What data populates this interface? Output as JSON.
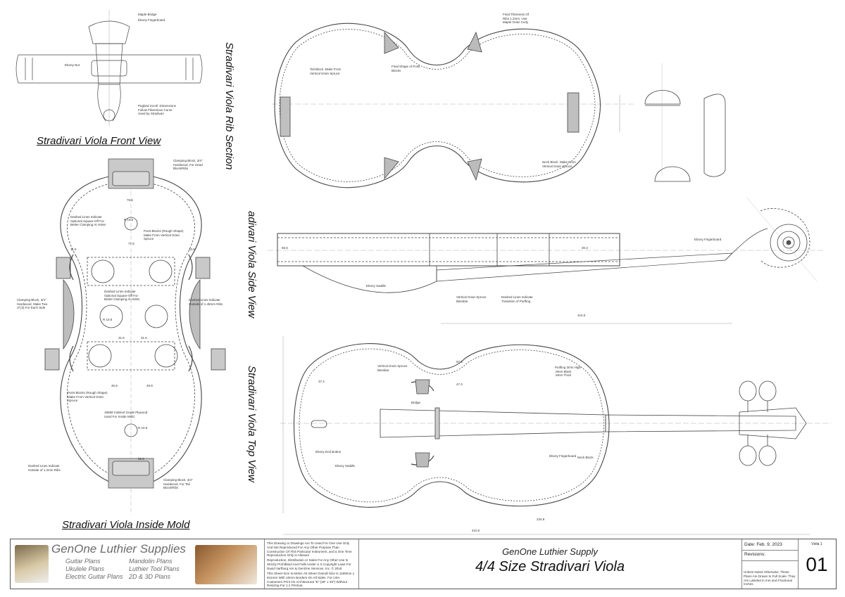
{
  "views": {
    "front_view_title": "Stradivari Viola Front View",
    "rib_section_title": "Stradivari Viola Rib Section",
    "side_view_title": "Stradivari Viola Side View",
    "side_view_visible": "adivari Viola Side View",
    "top_view_title": "Stradivari Viola Top View",
    "inside_mold_title": "Stradivari Viola Inside Mold"
  },
  "front_notes": {
    "maple_bridge": "Maple Bridge",
    "ebony_fingerboard": "Ebony Fingerboard",
    "ebony_nut": "Ebony Nut",
    "pegbed_scroll": "Pegbed Scroll. Dimensions\nFollow Fiberelous Curve\nUsed by Stradivari"
  },
  "mold_notes": {
    "clamp_head": "Clamping Block, 3/4\"\nHardwood, For Head\nBlock/Ribs",
    "dashed_optional": "Dashed Lines Indicate\nOptional Square-Off For\nBetter Clamping At Holes",
    "point_blocks_upper": "Point Blocks (Rough Shape)\nMake From Vertical Grain\nSpruce",
    "clamp_side": "Clamping Block, 3/4\"\nHardwood, Make Two\nof (3) For Each Side",
    "dashed_optional_2": "Dashed Lines Indicate\nOptional Square-Off For\nBetter Clamping At Holes",
    "dashed_ribs": "Dashed Lines Indicate\nOutside of 1.45mm Ribs",
    "point_blocks_lower": "Point Blocks (Rough Shape)\nMake From Vertical Grain\nSpruce",
    "plywood": "19MM Cabinet Grade Plywood\nUsed For Inside Mold",
    "dashed_ribs_lower": "Dashed Lines Indicate\nOutside of 1.2mm Ribs",
    "clamp_tail": "Clamping Block, 3/4\"\nHardwood, For Tail\nBlock/Ribs",
    "dims": [
      "76.6",
      "R 10.5",
      "77.8",
      "R 10.5",
      "31.6",
      "31.6",
      "46.9",
      "49.9",
      "R 10.5",
      "56.5",
      "11.0",
      "10.0"
    ]
  },
  "rib_notes": {
    "corner_blocks": "Final Shape of Point\nBlocks",
    "maple_ribs": "Final Thickness Of\nRibs 1.2mm. Use\nMaple Grain Curly",
    "tail_block": "Tail Block. Make From\nVertical Grain Spruce",
    "neck_block": "Neck Block. Make From\nVertical Grain Spruce"
  },
  "side_notes": {
    "ebony_saddle": "Ebony Saddle",
    "vertical_grain": "Vertical Grain Spruce\nBassbar",
    "dashed_lines": "Dashed Lines Indicate\nTransition of Purfling",
    "ebony_fingerboard": "Ebony Fingerboard",
    "dims": [
      "410.0",
      "56.6",
      "30.3"
    ]
  },
  "top_notes": {
    "ebony_end_button": "Ebony End Button",
    "bass_bar": "Vertical Grain Spruce\nBassbar",
    "purfling": "Purfling 3mm High\n.8mm Black\n.8mm Thick",
    "ebony_saddle": "Ebony Saddle",
    "bridge": "Bridge",
    "ebony_fingerboard": "Ebony Fingerboard",
    "neck_block": "Neck Block",
    "dims": [
      "37.4",
      "47.3",
      "234.8",
      "410.0",
      "57.6"
    ]
  },
  "title_block": {
    "brand_name": "GenOne Luthier Supplies",
    "col1": [
      "Guitar Plans",
      "Ukulele Plans",
      "Electric Guitar Plans"
    ],
    "col2": [
      "Mandolin Plans",
      "Luthier Tool Plans",
      "2D & 3D Plans"
    ],
    "legal_1": "This Drawing or Drawings Are To Used For One Use Only\nAnd Not Reproduced For Any Other Purpose Than\nConstruction Of This Particular Instrument, and a One Time\nReproduction Only is Allowed",
    "legal_2": "Reproduction, Distribution or Sales For Any Other Use Is\nStrictly Prohibited And Falls Under U.S Copyright Laws For\nDavid Varfburg AIA & GenOne Services, Inc. © 2018",
    "legal_3": "This Sheet Size Is Metric A0 Sheet Overall Size Is 1189mm x\n841mm With 10mm Borders On All Sides. For USA\nCustomers Print On Architectural \"E\" (36\" x 48\") Without\nResizing For 1:1 Printout.",
    "company": "GenOne Luthier Supply",
    "plan_title": "4/4 Size Stradivari Viola",
    "date": "Date: Feb. 9, 2023",
    "revisions": "Revisions:",
    "note": "Unless Noted Otherwise, These\nPlans Are Drawn to Full Scale. They\nAre Labeled in mm and Fractional\nInches",
    "sheet_label": "Viola 1",
    "sheet_number": "01"
  }
}
